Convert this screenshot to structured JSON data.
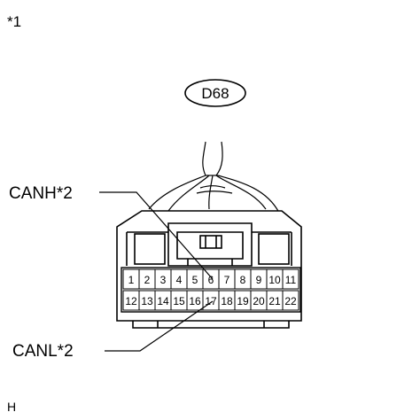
{
  "figure": {
    "footnote_marker": "*1",
    "connector_id": "D68",
    "figure_code": "H",
    "callouts": {
      "canh": {
        "label": "CANH*2",
        "pin": "6"
      },
      "canl": {
        "label": "CANL*2",
        "pin": "17"
      }
    },
    "pins_top_row": [
      "1",
      "2",
      "3",
      "4",
      "5",
      "6",
      "7",
      "8",
      "9",
      "10",
      "11"
    ],
    "pins_bottom_row": [
      "12",
      "13",
      "14",
      "15",
      "16",
      "17",
      "18",
      "19",
      "20",
      "21",
      "22"
    ]
  }
}
